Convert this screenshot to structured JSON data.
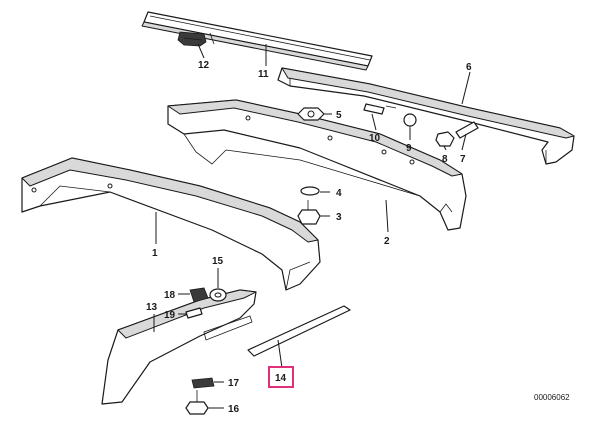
{
  "labels": {
    "p1": "1",
    "p2": "2",
    "p3": "3",
    "p4": "4",
    "p5": "5",
    "p6": "6",
    "p7": "7",
    "p8": "8",
    "p9": "9",
    "p10": "10",
    "p11": "11",
    "p12": "12",
    "p13": "13",
    "p14": "14",
    "p15": "15",
    "p16": "16",
    "p17": "17",
    "p18": "18",
    "p19": "19"
  },
  "highlighted_part": "14",
  "drawing_code": "00006062",
  "colors": {
    "line": "#1a1a1a",
    "highlight": "#e0307a",
    "shade": "#d9d9d9"
  }
}
